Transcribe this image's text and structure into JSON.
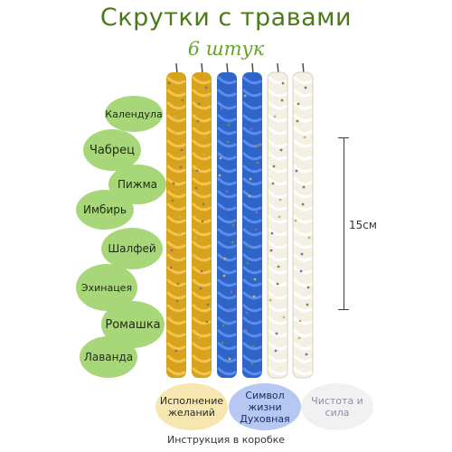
{
  "header": {
    "title": "Скрутки с травами",
    "subtitle": "6 штук"
  },
  "herbs": [
    "Календула",
    "Чабрец",
    "Пижма",
    "Имбирь",
    "Шалфей",
    "Эхинацея",
    "Ромашка",
    "Лаванда"
  ],
  "candles": [
    {
      "color": "#d9a21c",
      "accent": "#f2c64e"
    },
    {
      "color": "#d9a21c",
      "accent": "#f2c64e"
    },
    {
      "color": "#2f64c9",
      "accent": "#5c8ef0"
    },
    {
      "color": "#2f64c9",
      "accent": "#5c8ef0"
    },
    {
      "color": "#f4f0e4",
      "accent": "#ffffff"
    },
    {
      "color": "#f4f0e4",
      "accent": "#ffffff"
    }
  ],
  "dimension": {
    "label": "15см"
  },
  "features": [
    {
      "text": "Исполнение желаний",
      "bg": "#f6e7b0"
    },
    {
      "text": "Символ жизни Духовная",
      "bg": "#b6c8f2"
    },
    {
      "text": "Чистота и сила",
      "bg": "#f1f1f1"
    }
  ],
  "footer": {
    "text": "Инструкция в коробке"
  },
  "colors": {
    "title": "#4c7a18",
    "subtitle": "#67a52a",
    "herb_bubble": "#a8d77a"
  }
}
